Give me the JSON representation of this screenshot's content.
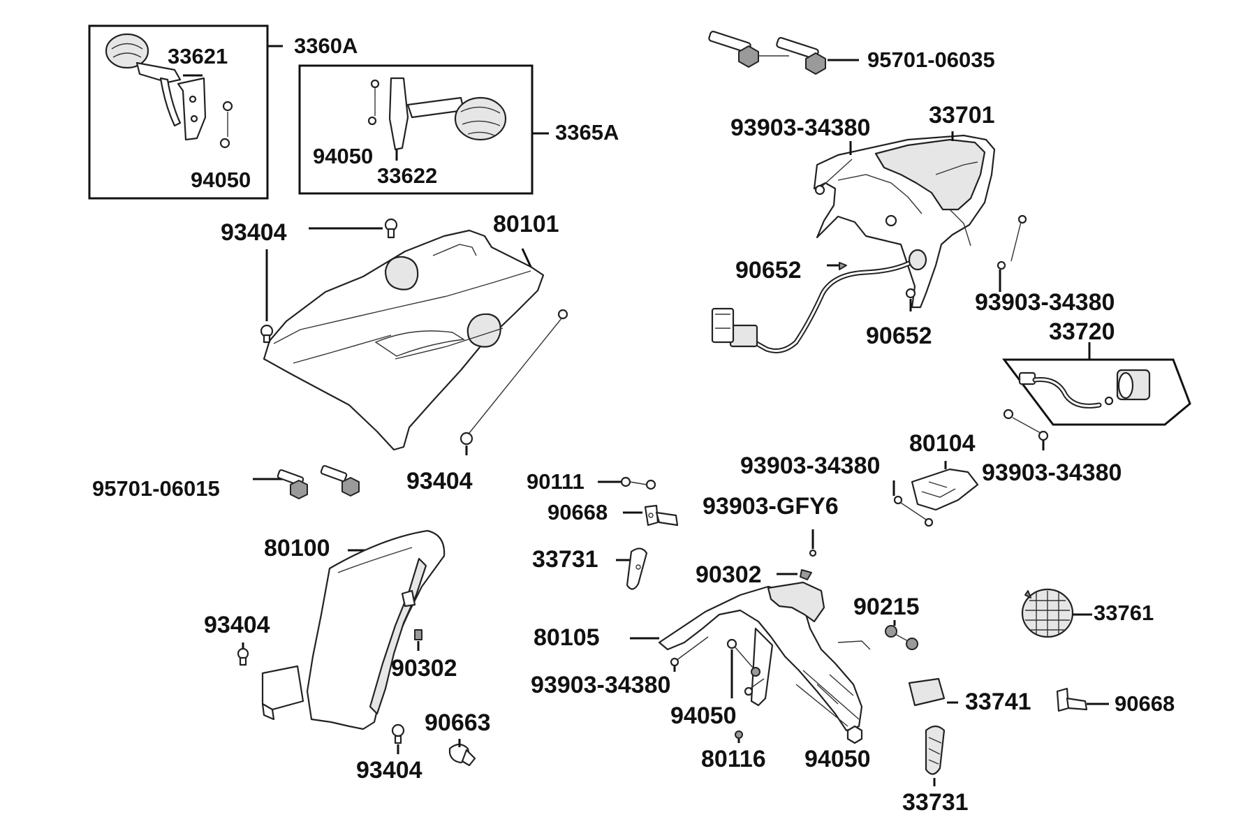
{
  "labels": {
    "l_3360A": "3360A",
    "l_33621": "33621",
    "l_94050_a": "94050",
    "l_3365A": "3365A",
    "l_94050_b": "94050",
    "l_33622": "33622",
    "l_95701_06035": "95701-06035",
    "l_93903_34380_a": "93903-34380",
    "l_33701": "33701",
    "l_93404_a": "93404",
    "l_80101": "80101",
    "l_90652_a": "90652",
    "l_93903_34380_b": "93903-34380",
    "l_90652_b": "90652",
    "l_33720": "33720",
    "l_93404_b": "93404",
    "l_95701_06015": "95701-06015",
    "l_80104": "80104",
    "l_93903_34380_c": "93903-34380",
    "l_93903_34380_d": "93903-34380",
    "l_90111": "90111",
    "l_90668_a": "90668",
    "l_93903_GFY6": "93903-GFY6",
    "l_80100": "80100",
    "l_33731_a": "33731",
    "l_90302_a": "90302",
    "l_93404_c": "93404",
    "l_90215": "90215",
    "l_33761": "33761",
    "l_80105": "80105",
    "l_90302_b": "90302",
    "l_93903_34380_e": "93903-34380",
    "l_33741": "33741",
    "l_90668_b": "90668",
    "l_94050_c": "94050",
    "l_90663": "90663",
    "l_80116": "80116",
    "l_94050_d": "94050",
    "l_93404_d": "93404",
    "l_33731_b": "33731"
  }
}
